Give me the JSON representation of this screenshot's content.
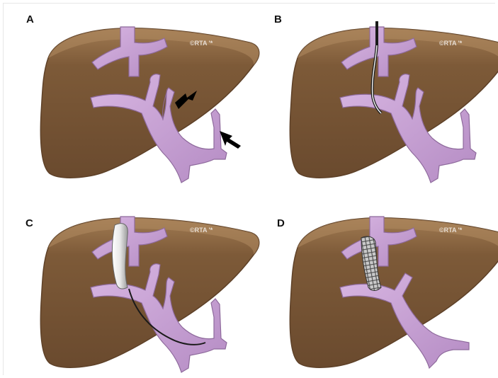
{
  "panels": [
    {
      "letter": "A",
      "watermark": "©RTA '*"
    },
    {
      "letter": "B",
      "watermark": "©RTA '*"
    },
    {
      "letter": "C",
      "watermark": "©RTA '*"
    },
    {
      "letter": "D",
      "watermark": "©RTA '*"
    }
  ],
  "colors": {
    "liver": "#7d5a38",
    "liver_shadow": "#5e4128",
    "liver_highlight": "#a07a52",
    "vessel": "#c7a0d2",
    "vessel_outline": "#8e6a9c",
    "arrow": "#000000",
    "balloon": "#d9d9d9",
    "stent": "#555555"
  }
}
